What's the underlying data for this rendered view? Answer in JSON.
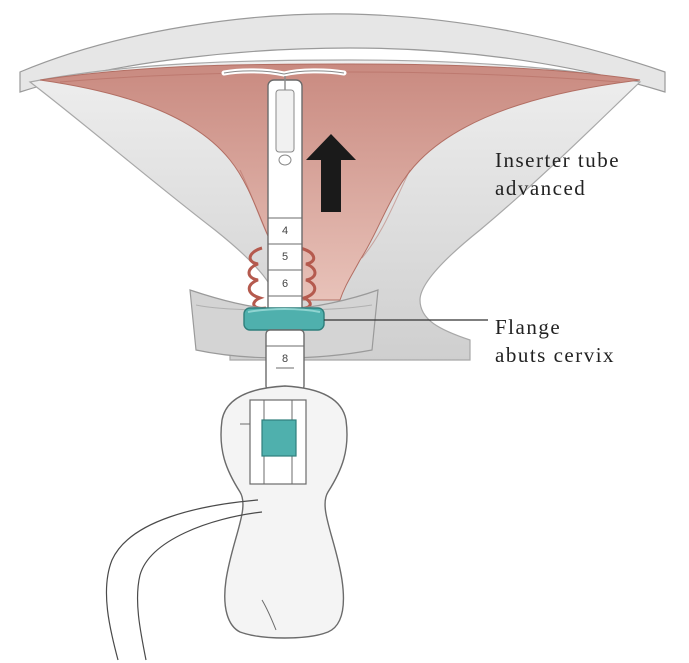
{
  "labels": {
    "inserter_line1": "Inserter tube",
    "inserter_line2": "advanced",
    "flange_line1": "Flange",
    "flange_line2": "abuts cervix"
  },
  "tube_markings": [
    "4",
    "5",
    "6",
    "8"
  ],
  "colors": {
    "uterine_lining": "#d9a79c",
    "uterine_wall": "#d8d8d8",
    "flange": "#4fb0ad",
    "inserter_slider": "#4fb0ad",
    "arrow": "#1a1a1a"
  }
}
